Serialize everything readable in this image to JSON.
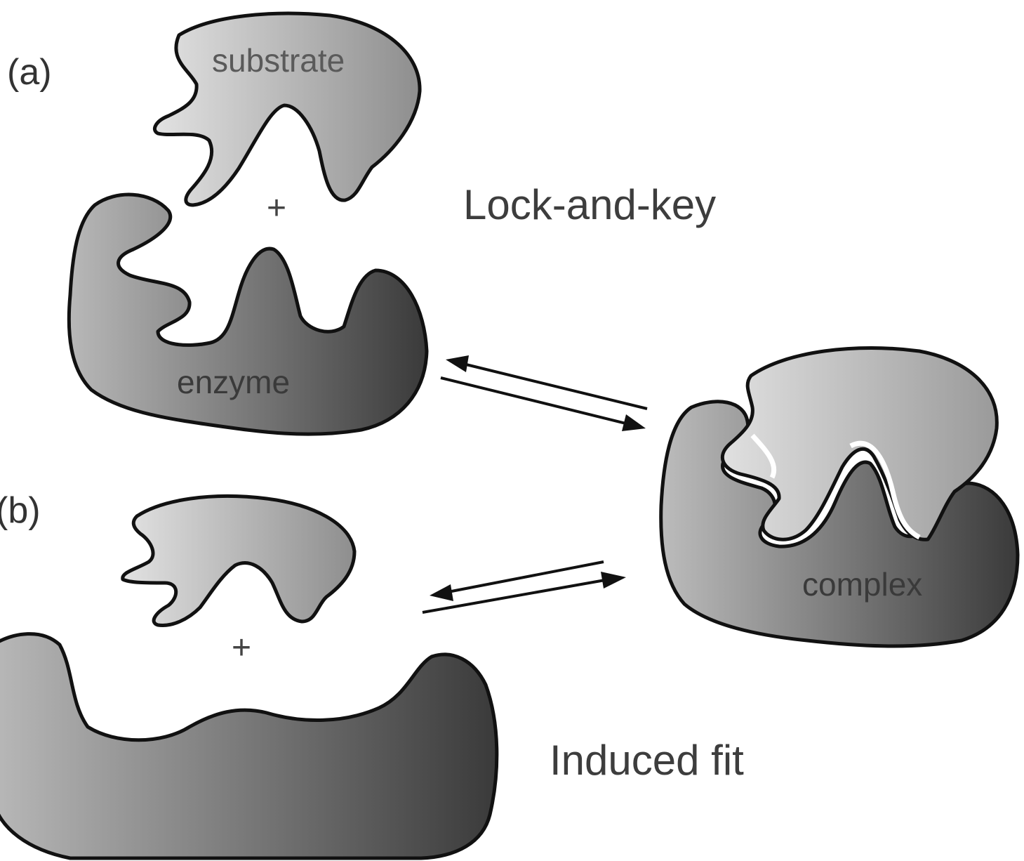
{
  "panels": {
    "a": {
      "label": "(a)",
      "substrate_label": "substrate",
      "plus": "+",
      "enzyme_label": "enzyme",
      "mechanism": "Lock-and-key"
    },
    "b": {
      "label": "(b)",
      "plus": "+",
      "mechanism": "Induced fit"
    }
  },
  "complex_label": "complex",
  "colors": {
    "outline": "#111111",
    "substrate_light": "#d8d8d8",
    "substrate_dark": "#9a9a9a",
    "enzyme_light": "#b5b5b5",
    "enzyme_dark": "#3e3e3e",
    "background": "#ffffff"
  }
}
